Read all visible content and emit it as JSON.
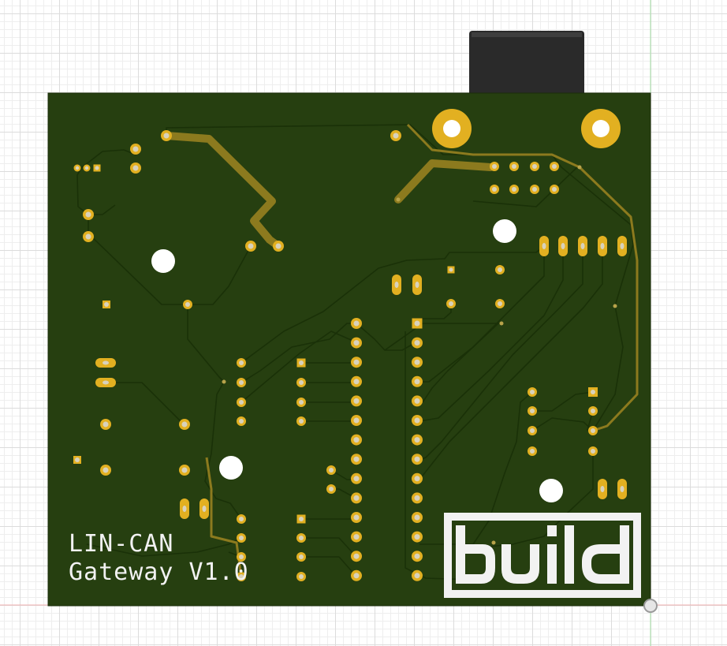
{
  "board": {
    "silkscreen_line1": "LIN-CAN",
    "silkscreen_line2": "Gateway V1.0",
    "logo_text": "build"
  },
  "colors": {
    "soldermask": "#263f10",
    "trace": "#1a3108",
    "trace_gold": "#8c7a1e",
    "pad": "#e2b021",
    "silkscreen": "#f2f2f2",
    "hole": "#ffffff",
    "connector": "#2a2a2a"
  },
  "icons": {
    "origin_marker": "origin-icon"
  }
}
